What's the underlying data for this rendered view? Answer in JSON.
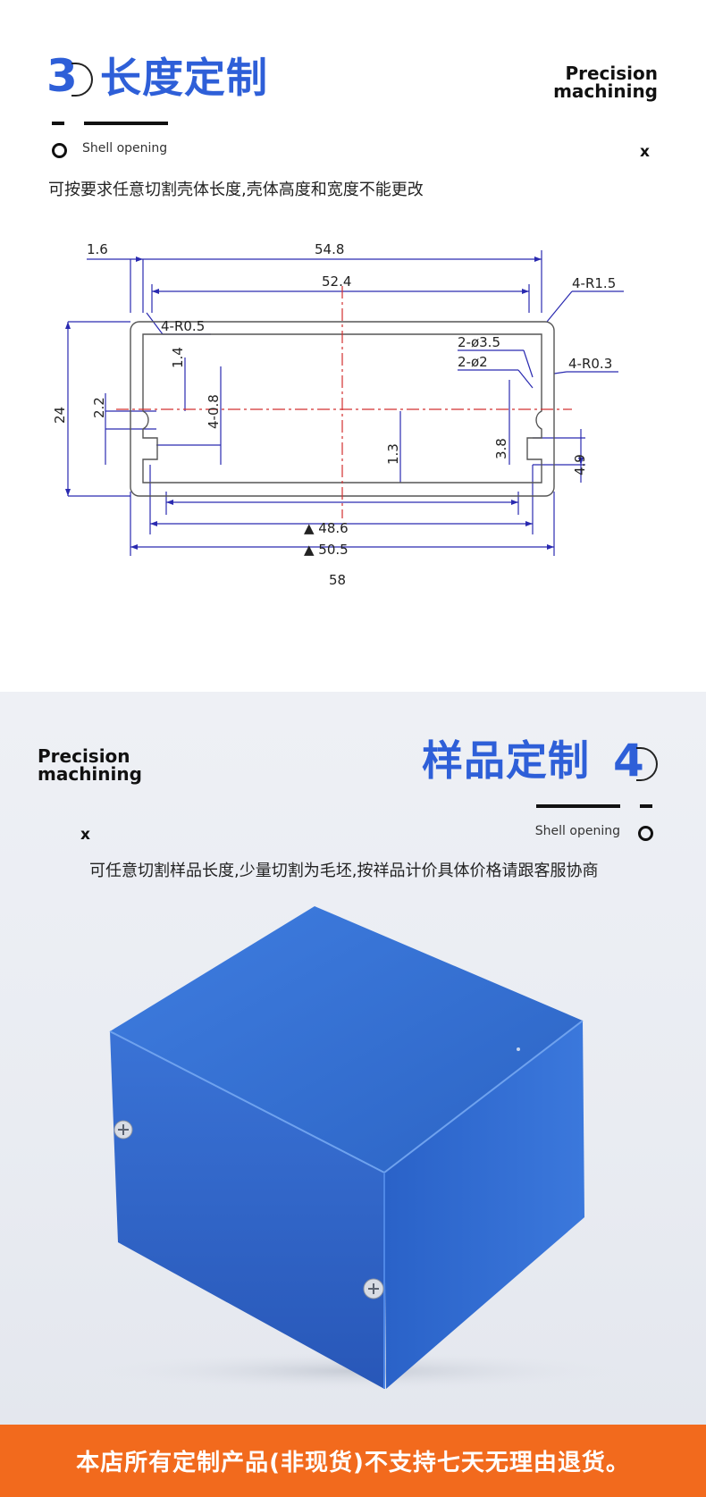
{
  "section1": {
    "number": "3",
    "title": "长度定制",
    "precision_line1": "Precision",
    "precision_line2": "machining",
    "shell_opening": "Shell opening",
    "x_mark": "x",
    "description": "可按要求任意切割壳体长度,壳体高度和宽度不能更改"
  },
  "drawing": {
    "dim_1_6": "1.6",
    "dim_54_8": "54.8",
    "dim_52_4": "52.4",
    "dim_4_r1_5": "4-R1.5",
    "dim_4_r0_5": "4-R0.5",
    "dim_1_4": "1.4",
    "dim_2_2": "2.2",
    "dim_24": "24",
    "dim_4_0_8": "4-0.8",
    "dim_2_d3_5": "2-ø3.5",
    "dim_2_d2": "2-ø2",
    "dim_4_r0_3": "4-R0.3",
    "dim_3_8": "3.8",
    "dim_1_3": "1.3",
    "dim_4_9": "4.9",
    "dim_48_6": "▲ 48.6",
    "dim_50_5": "▲ 50.5",
    "dim_58": "58"
  },
  "section2": {
    "number": "4",
    "title": "样品定制",
    "precision_line1": "Precision",
    "precision_line2": "machining",
    "shell_opening": "Shell opening",
    "x_mark": "x",
    "description": "可任意切割样品长度,少量切割为毛坯,按祥品计价具体价格请跟客服协商"
  },
  "footer": {
    "notice": "本店所有定制产品(非现货)不支持七天无理由退货。"
  },
  "colors": {
    "accent_blue": "#2e5fd8",
    "footer_orange": "#f26a1d",
    "dimension_blue": "#2a2ab0",
    "centerline_red": "#d23030",
    "box_blue": "#2f6fd0"
  }
}
